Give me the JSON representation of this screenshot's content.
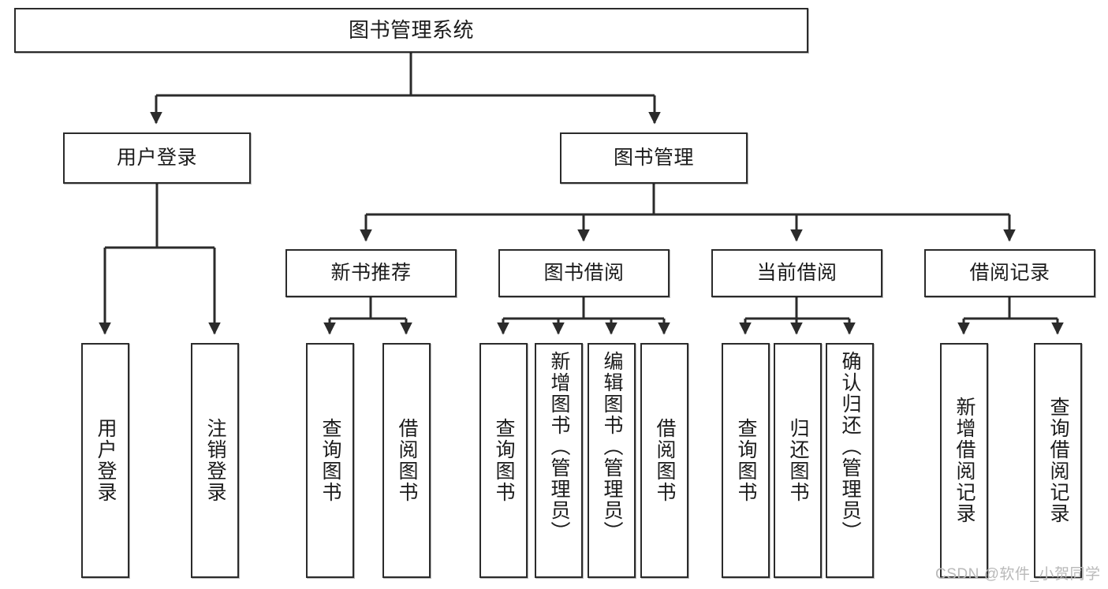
{
  "diagram": {
    "title": "图书管理系统",
    "type": "tree-hierarchy",
    "watermark": "CSDN @软件_小贺同学",
    "line_color": "#2b2b2b",
    "node_fill": "#ffffff",
    "text_color": "#1b1b1b",
    "watermark_color": "#b9b9b9",
    "nodes": {
      "root": {
        "label": "图书管理系统"
      },
      "level1": [
        {
          "id": "user-login",
          "label": "用户登录"
        },
        {
          "id": "book-management",
          "label": "图书管理"
        }
      ],
      "level2": [
        {
          "id": "new-book-recommend",
          "label": "新书推荐"
        },
        {
          "id": "book-borrow",
          "label": "图书借阅"
        },
        {
          "id": "current-borrow",
          "label": "当前借阅"
        },
        {
          "id": "borrow-record",
          "label": "借阅记录"
        }
      ],
      "leaves": {
        "user_login": [
          {
            "id": "leaf-user-login",
            "label": "用户登录"
          },
          {
            "id": "leaf-logout-login",
            "label": "注销登录"
          }
        ],
        "new_book_recommend": [
          {
            "id": "leaf-query-book-1",
            "label": "查询图书"
          },
          {
            "id": "leaf-borrow-book-1",
            "label": "借阅图书"
          }
        ],
        "book_borrow": [
          {
            "id": "leaf-query-book-2",
            "label": "查询图书"
          },
          {
            "id": "leaf-add-book",
            "label": "新增图书（管理员）"
          },
          {
            "id": "leaf-edit-book",
            "label": "编辑图书（管理员）"
          },
          {
            "id": "leaf-borrow-book-2",
            "label": "借阅图书"
          }
        ],
        "current_borrow": [
          {
            "id": "leaf-query-book-3",
            "label": "查询图书"
          },
          {
            "id": "leaf-return-book",
            "label": "归还图书"
          },
          {
            "id": "leaf-confirm-return",
            "label": "确认归还（管理员）"
          }
        ],
        "borrow_record": [
          {
            "id": "leaf-add-record",
            "label": "新增借阅记录"
          },
          {
            "id": "leaf-query-record",
            "label": "查询借阅记录"
          }
        ]
      }
    }
  }
}
